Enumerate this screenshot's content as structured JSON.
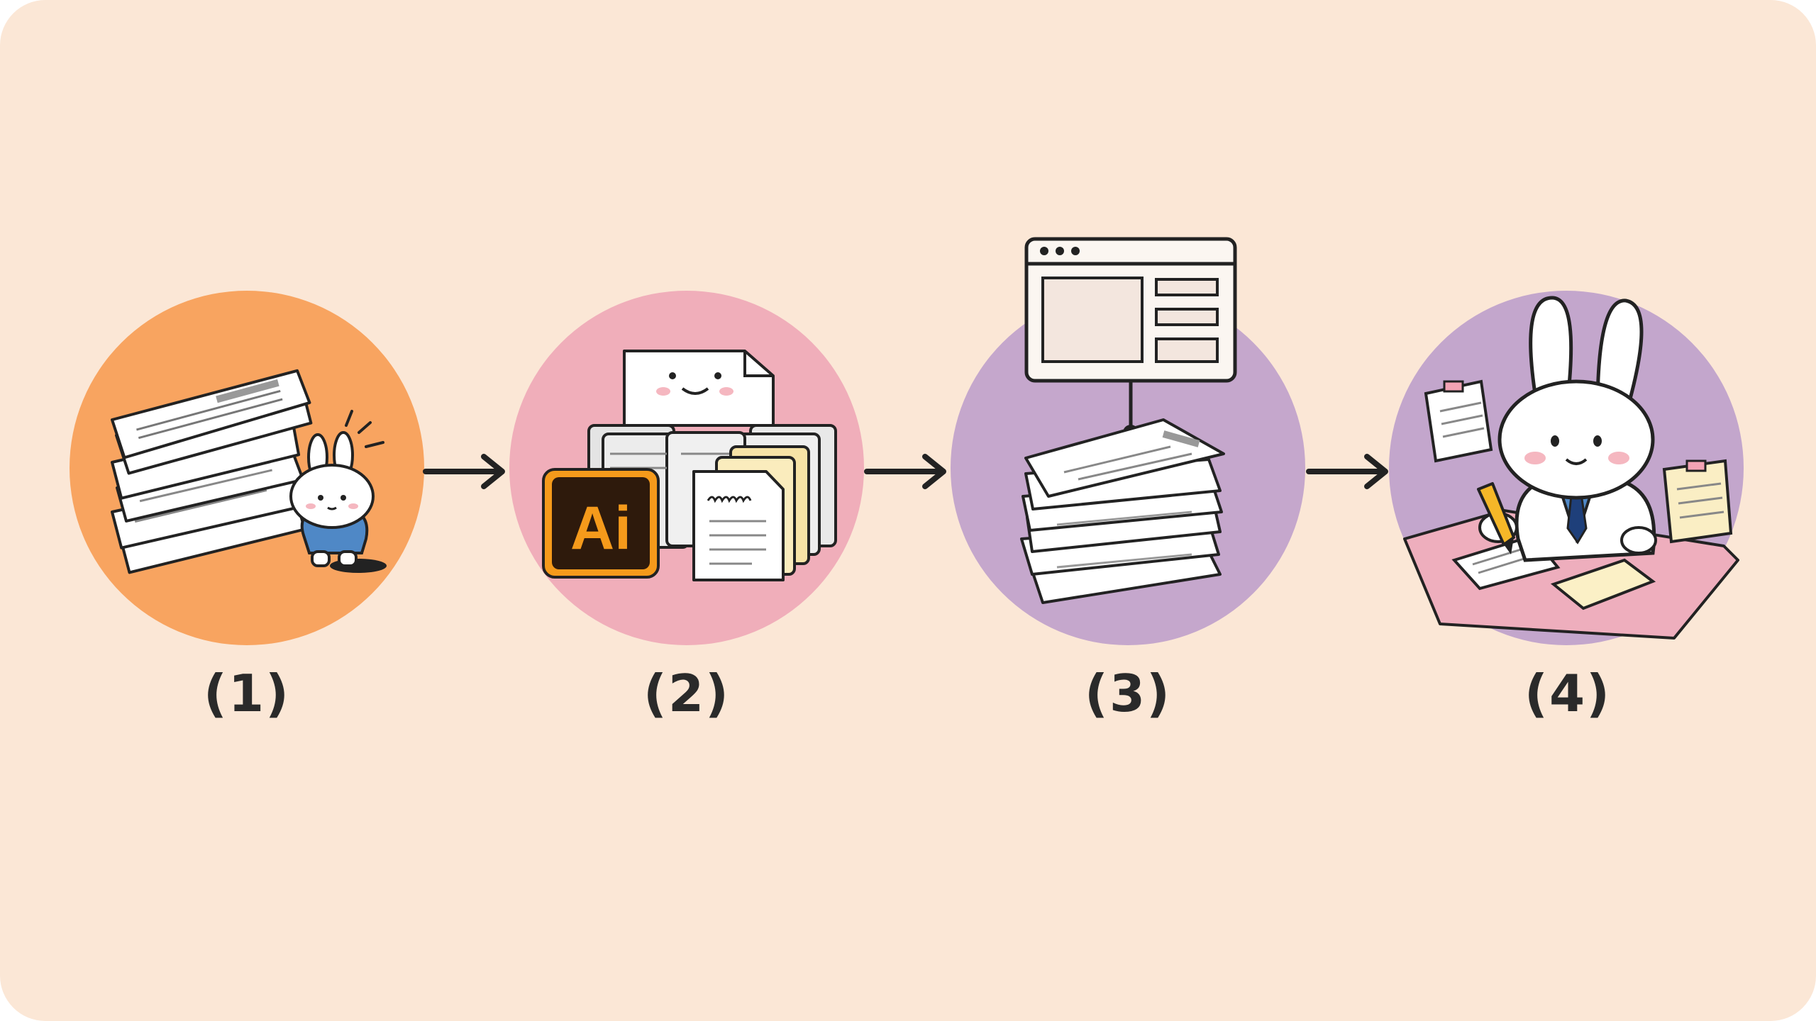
{
  "colors": {
    "background": "#fbe7d6",
    "step1_circle": "#f8a460",
    "step2_circle": "#f0aeba",
    "step3_circle": "#c5a7cc",
    "step4_circle": "#c3a6cc",
    "ink": "#222222",
    "ai_logo_bg": "#2e1a0c",
    "ai_logo_accent": "#f59a1b"
  },
  "steps": [
    {
      "label": "(1)",
      "icon": "paper-stack-with-bunny-icon"
    },
    {
      "label": "(2)",
      "icon": "file-formats-icon"
    },
    {
      "label": "(3)",
      "icon": "ui-window-and-document-stack-icon"
    },
    {
      "label": "(4)",
      "icon": "bunny-doctor-writing-icon"
    }
  ],
  "ai_logo_text": "Ai",
  "arrow_icon": "right-arrow-icon"
}
